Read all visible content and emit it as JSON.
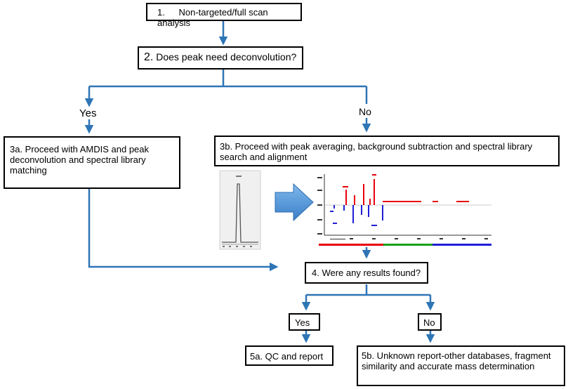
{
  "steps": {
    "s1": {
      "number": "1.",
      "text": "Non-targeted/full scan analysis"
    },
    "s2": {
      "number": "2.",
      "text": "Does peak need deconvolution?"
    },
    "s3a": {
      "text": "3a. Proceed with AMDIS and peak deconvolution and spectral library matching"
    },
    "s3b": {
      "text": "3b. Proceed with peak averaging, background subtraction and spectral library search and alignment"
    },
    "s4": {
      "text": "4. Were any results found?"
    },
    "s5a": {
      "text": "5a. QC and report"
    },
    "s5b": {
      "text": "5b. Unknown report-other databases, fragment similarity and accurate mass determination"
    }
  },
  "branches": {
    "yes_upper": "Yes",
    "no_upper": "No",
    "yes_lower": "Yes",
    "no_lower": "No"
  },
  "colors": {
    "arrow": "#2E75B6",
    "box_border": "#000000",
    "big_arrow_fill": "#4A90D9",
    "spectrum_red": "#E8000B",
    "spectrum_blue": "#1F1FD6",
    "spectrum_green": "#18A018"
  },
  "icons": [
    "chromatogram-thumbnail",
    "mass-spectrum-thumbnail",
    "right-arrow-icon"
  ]
}
